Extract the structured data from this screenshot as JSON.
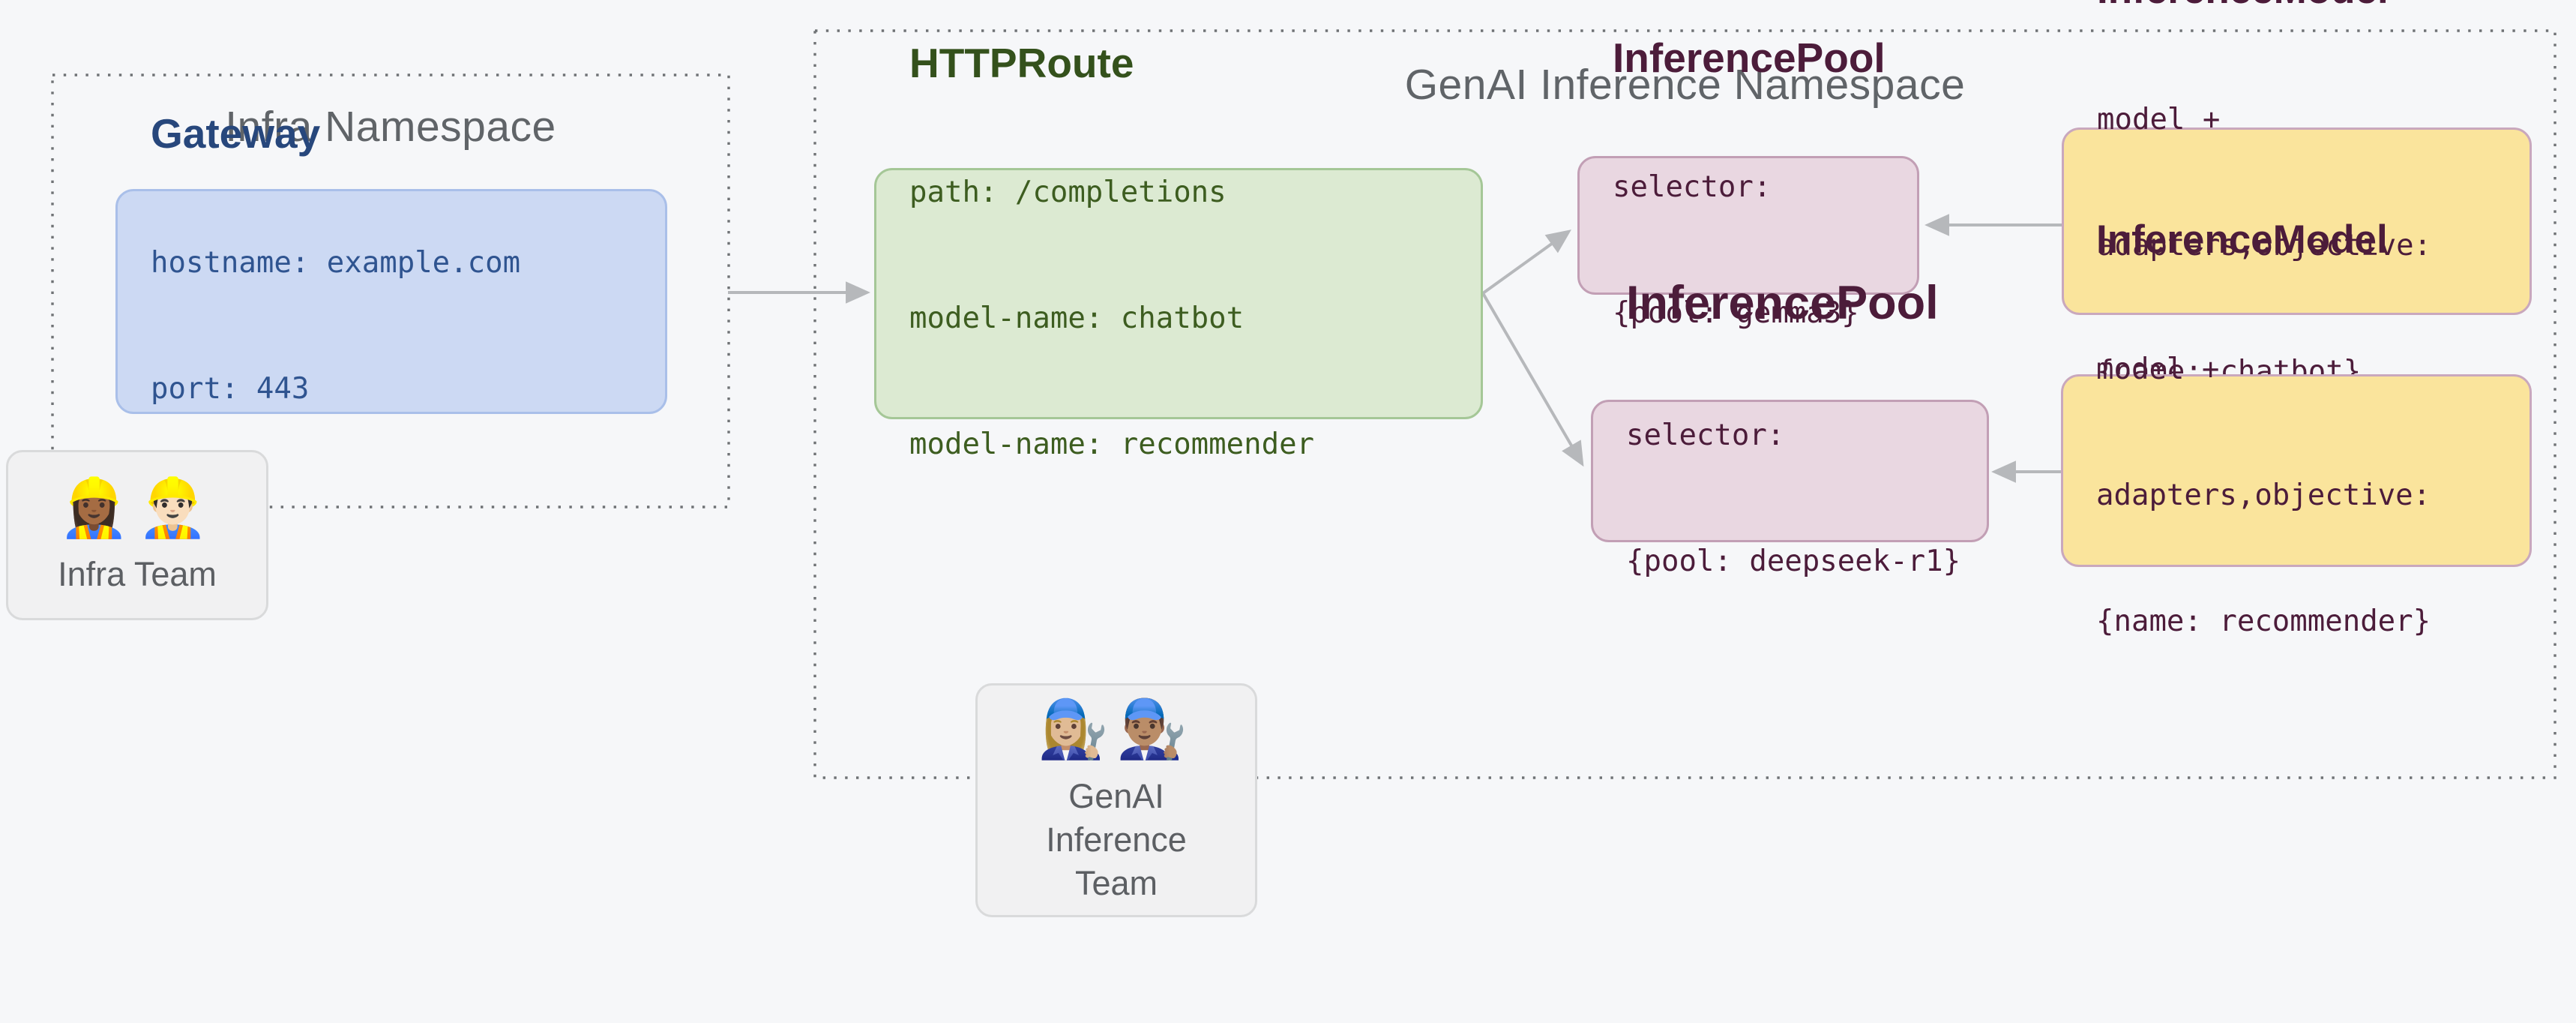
{
  "namespaces": {
    "infra": {
      "title": "Infra Namespace"
    },
    "genai": {
      "title": "GenAI Inference Namespace"
    }
  },
  "nodes": {
    "gateway": {
      "title": "Gateway",
      "lines": [
        "hostname: example.com",
        "port: 443"
      ]
    },
    "httproute": {
      "title": "HTTPRoute",
      "lines": [
        "path: /completions",
        "model-name: chatbot",
        "model-name: recommender"
      ]
    },
    "pool_gemma3": {
      "title": "InferencePool",
      "lines": [
        "selector:",
        "{pool: gemma3}"
      ]
    },
    "pool_deepseek": {
      "title": "InferencePool",
      "lines": [
        "selector:",
        "{pool: deepseek-r1}"
      ]
    },
    "model_chatbot": {
      "title": "InferenceModel",
      "lines": [
        "model +",
        "adapters,objective:",
        "{name: chatbot}"
      ]
    },
    "model_recommender": {
      "title": "InferenceModel",
      "lines": [
        "model +",
        "adapters,objective:",
        "{name: recommender}"
      ]
    }
  },
  "teams": {
    "infra": {
      "emoji": "👷🏾‍♀️👷🏻‍♂️",
      "label": "Infra Team"
    },
    "genai": {
      "emoji": "👩🏼‍🔧👨🏽‍🔧",
      "label": "GenAI Inference Team"
    }
  },
  "edges": [
    {
      "from": "Gateway",
      "to": "HTTPRoute"
    },
    {
      "from": "HTTPRoute",
      "to": "InferencePool {pool: gemma3}"
    },
    {
      "from": "HTTPRoute",
      "to": "InferencePool {pool: deepseek-r1}"
    },
    {
      "from": "InferenceModel {name: chatbot}",
      "to": "InferencePool {pool: gemma3}"
    },
    {
      "from": "InferenceModel {name: recommender}",
      "to": "InferencePool {pool: deepseek-r1}"
    }
  ],
  "colors": {
    "background": "#f6f7f9",
    "gateway_fill": "#ccd9f3",
    "gateway_border": "#a9bfe9",
    "gateway_text": "#27477c",
    "httproute_fill": "#dcead2",
    "httproute_border": "#a5c797",
    "httproute_text": "#34511c",
    "pool_fill": "#e9d7e1",
    "pool_border": "#c29fb5",
    "model_fill": "#fae49c",
    "model_border": "#c9a8bd",
    "plum_text": "#4c1c3a",
    "team_fill": "#f1f1f2",
    "team_border": "#d9dadb",
    "gray_text": "#606468",
    "arrow": "#b6b8bb",
    "dotted_border": "#6f7275"
  }
}
